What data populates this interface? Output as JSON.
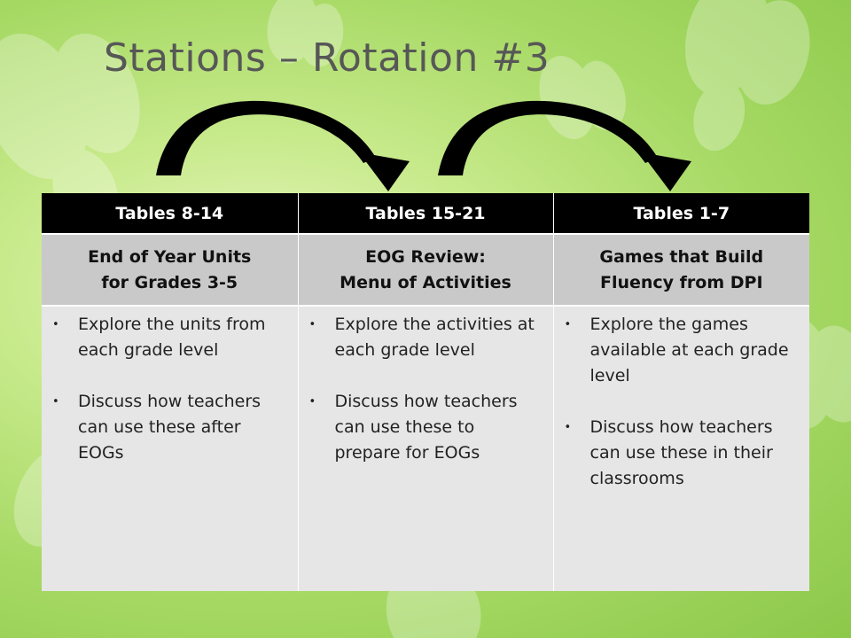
{
  "slide": {
    "title": "Stations – Rotation #3"
  },
  "table": {
    "headers": [
      "Tables 8-14",
      "Tables 15-21",
      "Tables 1-7"
    ],
    "station_titles": [
      [
        "End of Year Units",
        "for Grades 3-5"
      ],
      [
        "EOG Review:",
        "Menu of Activities"
      ],
      [
        "Games that Build",
        "Fluency from DPI"
      ]
    ],
    "bullets": [
      [
        "Explore the units from each grade level",
        "Discuss how teachers can use these after EOGs"
      ],
      [
        "Explore the activities at each grade level",
        "Discuss how teachers can use these to prepare for EOGs"
      ],
      [
        "Explore the games available at each grade level",
        "Discuss how teachers can use these in their classrooms"
      ]
    ],
    "bullet_glyph": "•"
  },
  "colors": {
    "header_bg": "#000000",
    "title_row_bg": "#c9c9c9",
    "body_bg": "#e6e6e6",
    "title_text": "#575757",
    "background": "#a6d964"
  },
  "icons": [
    "curved-arrow-icon",
    "curved-arrow-icon",
    "butterfly-icon"
  ]
}
